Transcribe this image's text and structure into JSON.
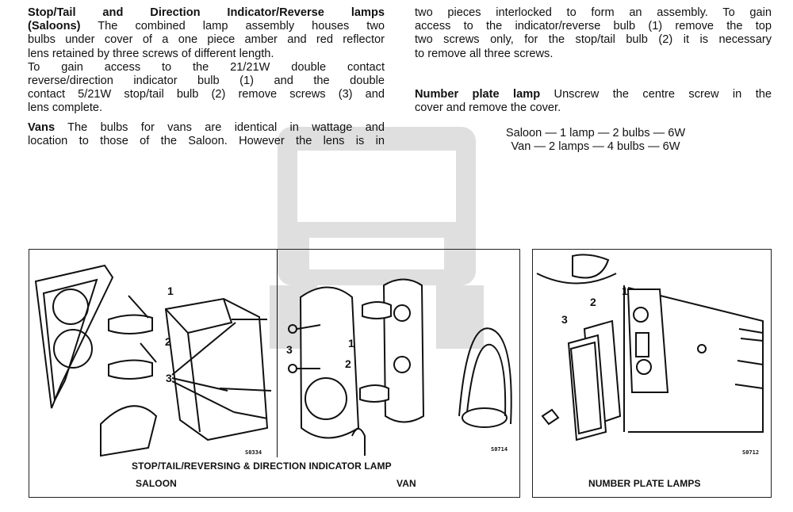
{
  "left_column": {
    "para1_lines": [
      {
        "bold": "Stop/Tail and Direction Indicator/Reverse lamps",
        "text": ""
      },
      {
        "bold": "(Saloons)",
        "text": " The combined lamp assembly houses two"
      },
      {
        "bold": "",
        "text": "bulbs under cover of a one piece amber and red reflector"
      },
      {
        "bold": "",
        "text": "lens retained by three screws of different length."
      }
    ],
    "para2_lines": [
      "To gain access to the 21/21W double contact",
      "reverse/direction indicator bulb (1) and the double",
      "contact 5/21W stop/tail bulb (2) remove screws (3) and",
      "lens complete."
    ],
    "para3_lines": [
      {
        "bold": "Vans",
        "text": " The bulbs for vans are identical in wattage and"
      },
      {
        "bold": "",
        "text": "location to those of the Saloon. However the lens is in"
      }
    ]
  },
  "right_column": {
    "para1_lines": [
      "two pieces interlocked to form an assembly. To gain",
      "access to the indicator/reverse bulb (1) remove the top",
      "two screws only, for the stop/tail bulb (2) it is necessary",
      "to remove all three screws."
    ],
    "para2_lines": [
      {
        "bold": "Number plate lamp",
        "text": " Unscrew the centre screw in the"
      },
      {
        "bold": "",
        "text": "cover and remove the cover."
      }
    ],
    "spec_lines": [
      "Saloon — 1 lamp — 2 bulbs — 6W",
      "Van — 2 lamps — 4 bulbs — 6W"
    ]
  },
  "figure_left": {
    "caption": "STOP/TAIL/REVERSING & DIRECTION INDICATOR LAMP",
    "saloon_label": "SALOON",
    "van_label": "VAN",
    "code_saloon": "S0334",
    "code_van": "S0714",
    "callouts": [
      "1",
      "2",
      "3",
      "3",
      "1",
      "2"
    ]
  },
  "figure_right": {
    "caption": "NUMBER PLATE LAMPS",
    "code": "S0712",
    "callouts": [
      "1",
      "2",
      "3"
    ]
  }
}
